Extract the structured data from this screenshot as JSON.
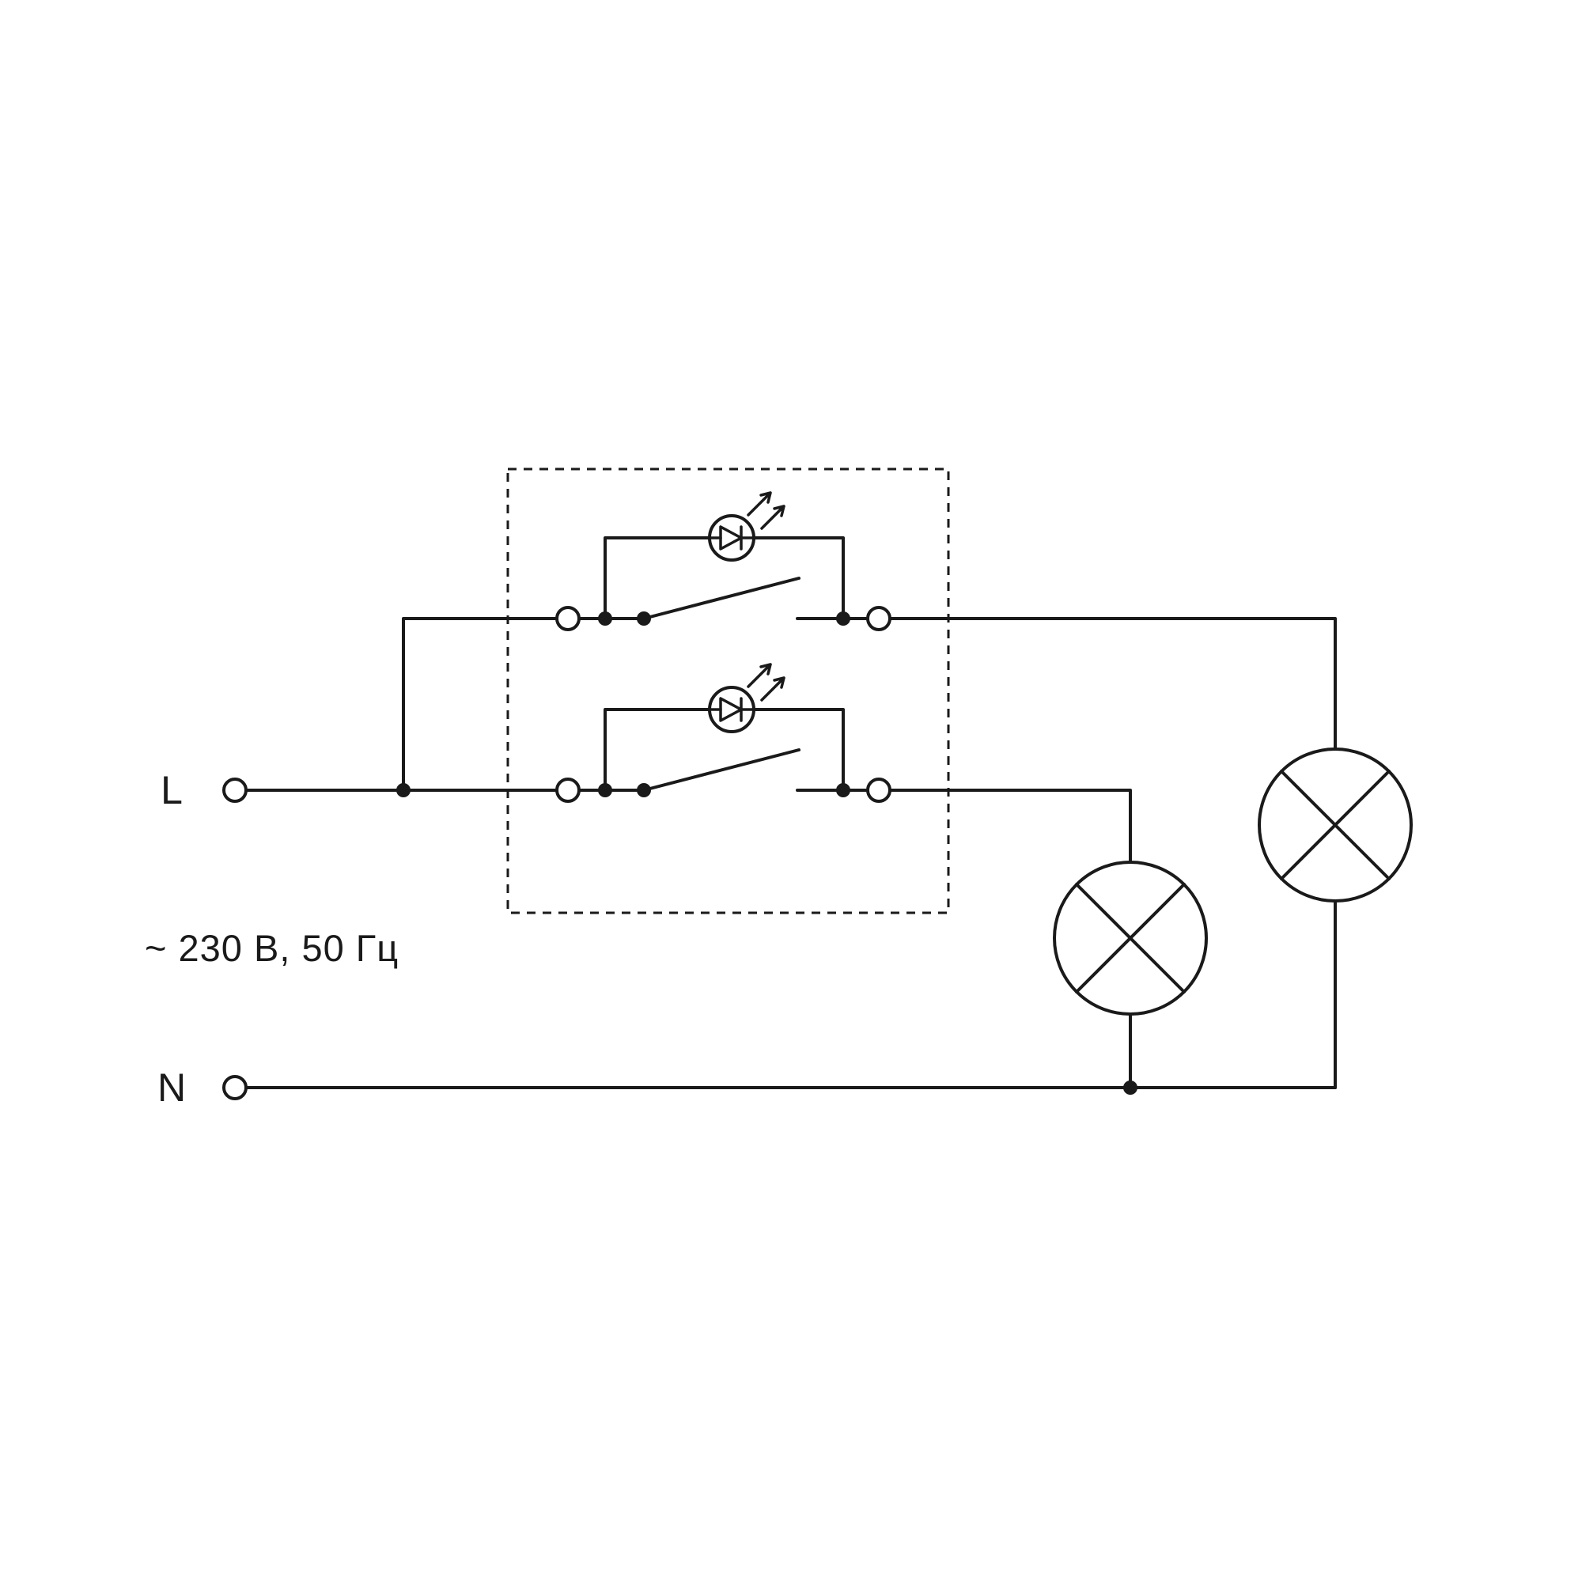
{
  "diagram": {
    "type": "wiring-schematic",
    "labels": {
      "line": "L",
      "neutral": "N",
      "supply": "~ 230 В, 50 Гц"
    },
    "colors": {
      "stroke": "#1a1a1a",
      "background": "#ffffff"
    },
    "component_names": [
      "switch-unit-dashed-enclosure",
      "rocker-switch-1",
      "rocker-switch-2",
      "led-indicator-1",
      "led-indicator-2",
      "lamp-1",
      "lamp-2"
    ]
  }
}
